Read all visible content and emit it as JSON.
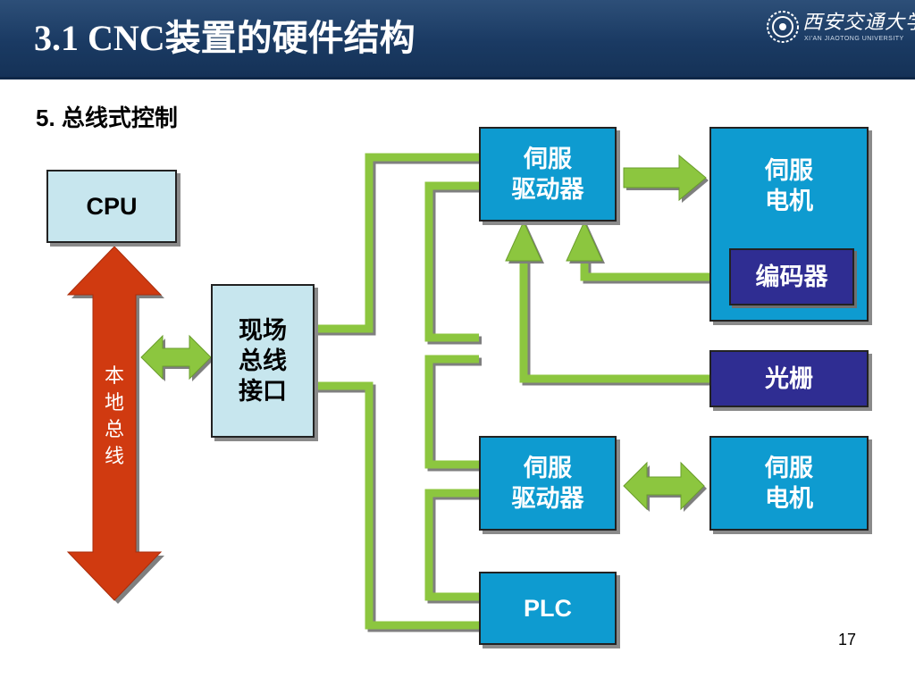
{
  "slide": {
    "title": "3.1 CNC装置的硬件结构",
    "subtitle": "5.  总线式控制",
    "page_number": "17"
  },
  "logo": {
    "text": "西安交通大学",
    "en": "XI'AN JIAOTONG UNIVERSITY"
  },
  "diagram": {
    "cpu": "CPU",
    "local_bus": "本\n地\n总\n线",
    "fieldbus_interface": "现场\n总线\n接口",
    "servo_driver_1": "伺服\n驱动器",
    "servo_motor_1": "伺服\n电机",
    "encoder": "编码器",
    "grating": "光栅",
    "servo_driver_2": "伺服\n驱动器",
    "servo_motor_2": "伺服\n电机",
    "plc": "PLC"
  },
  "colors": {
    "header": "#1a3a63",
    "box_blue": "#0e9bd0",
    "box_light": "#c7e6ee",
    "box_purple": "#2f2d92",
    "bus_red": "#d03a10",
    "line_green": "#8cc63f"
  }
}
